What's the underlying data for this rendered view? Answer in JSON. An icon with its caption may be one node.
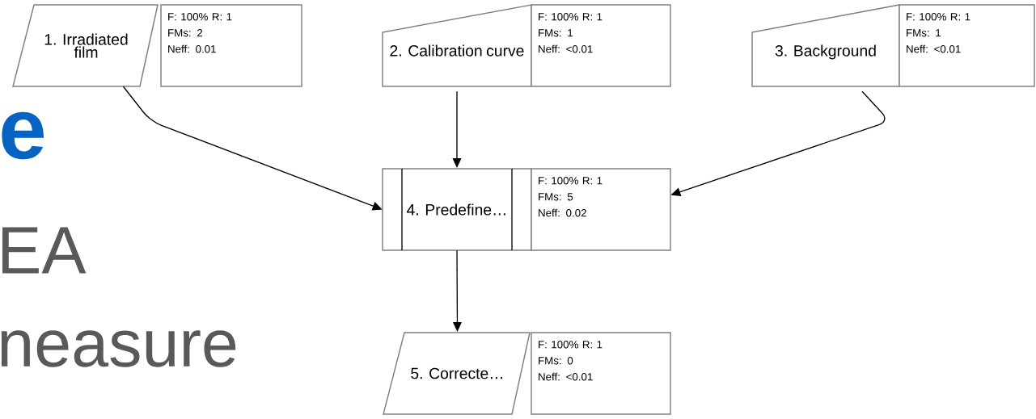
{
  "diagram": {
    "nodes": [
      {
        "text": [
          "1. Irradiated film"
        ]
      },
      {
        "text": [
          "F: 100% R: 1",
          "FMs: 2",
          "Neff: 0.01"
        ]
      },
      {
        "text": [
          "2. Calibration curve"
        ]
      },
      {
        "text": [
          "F: 100% R: 1",
          "FMs: 1",
          "Neff: <0.01"
        ]
      },
      {
        "text": [
          "3. Background"
        ]
      },
      {
        "text": [
          "F: 100% R: 1",
          "FMs: 1",
          "Neff: <0.01"
        ]
      },
      {
        "text": [
          "4. Predefine…"
        ]
      },
      {
        "text": [
          "F: 100% R: 1",
          "FMs: 5",
          "Neff: 0.02"
        ]
      },
      {
        "text": [
          "5. Correcte…"
        ]
      },
      {
        "text": [
          "F: 100% R: 1",
          "FMs: 0",
          "Neff: <0.01"
        ]
      }
    ],
    "edges": [
      {
        "from": 0,
        "to": 6,
        "arrow": "to"
      },
      {
        "from": 2,
        "to": 6,
        "arrow": "to"
      },
      {
        "from": 4,
        "to": 7,
        "arrow": "to"
      },
      {
        "from": 6,
        "to": 8,
        "arrow": "to"
      }
    ],
    "labels": [
      "e",
      "EA",
      "neasure"
    ]
  }
}
